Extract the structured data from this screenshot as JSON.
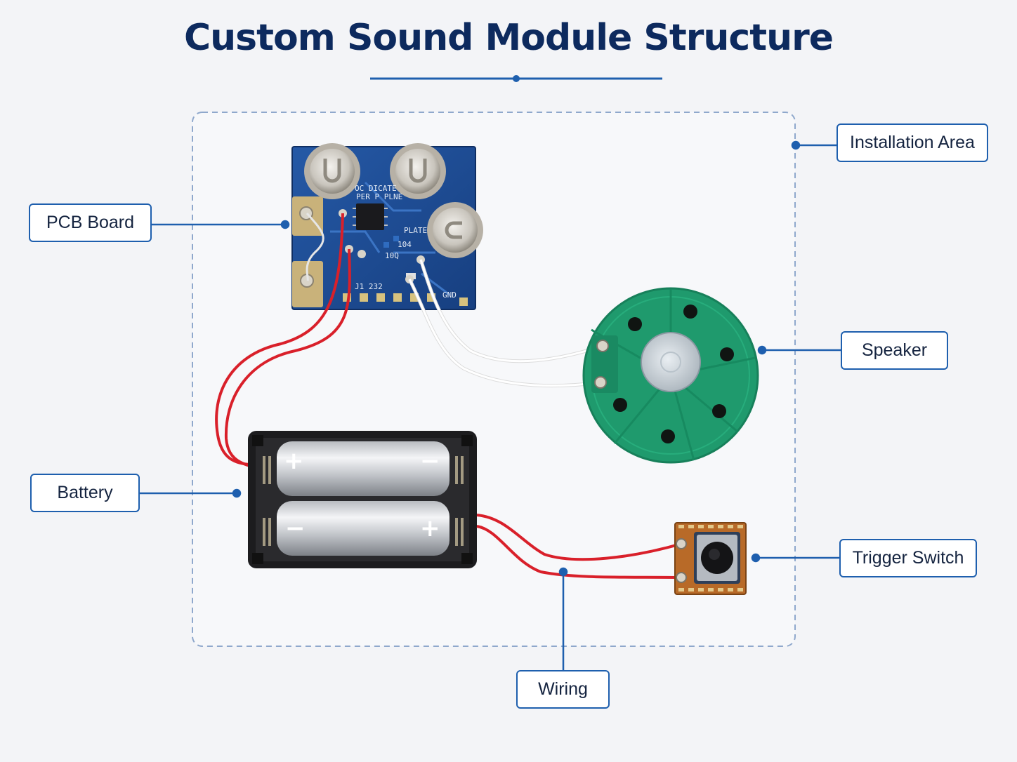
{
  "title": "Custom Sound Module Structure",
  "labels": {
    "pcb_board": "PCB Board",
    "battery": "Battery",
    "installation_area": "Installation Area",
    "speaker": "Speaker",
    "trigger_switch": "Trigger Switch",
    "wiring": "Wiring"
  },
  "pcb_silkscreen": {
    "line1": "OC DICATE",
    "line2": "PER P PLNE",
    "line3": "PLATE",
    "line4": "104",
    "line5": "10Q",
    "line6": "J1  232",
    "line7": "GND"
  },
  "battery_marks": {
    "plus": "+",
    "minus": "−"
  },
  "colors": {
    "title": "#0d2a5e",
    "callout_border": "#1e5fae",
    "leader_line": "#1e5fae",
    "dashed_border": "#8fa8cc",
    "pcb": "#1f4f96",
    "speaker": "#1f9a6d",
    "red_wire": "#d9202a",
    "white_wire": "#f2f2f2",
    "battery_holder": "#1c1c1e",
    "switch_board": "#b86a28"
  }
}
